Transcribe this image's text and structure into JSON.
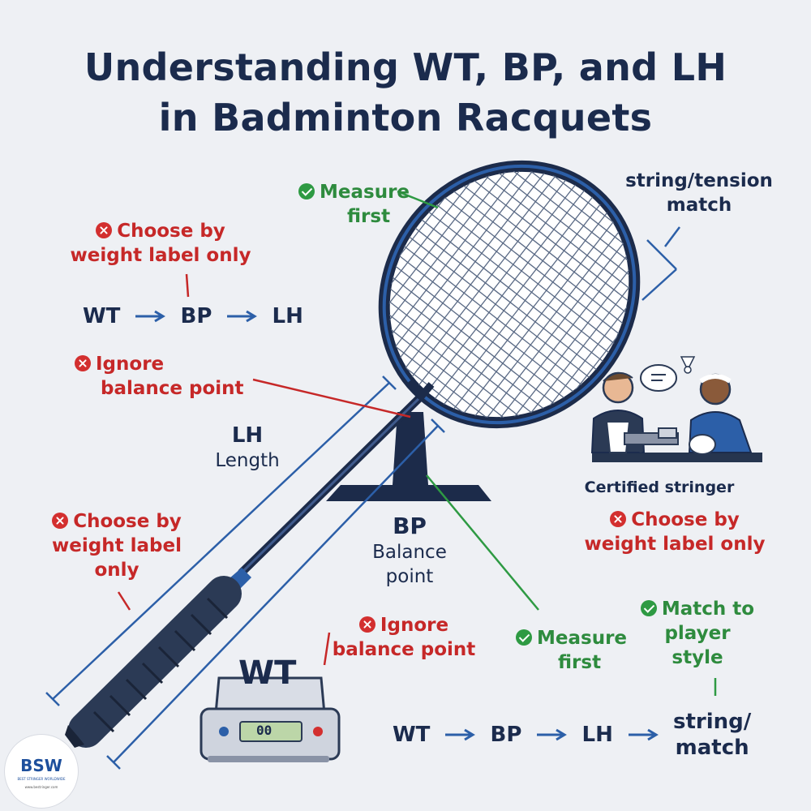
{
  "title": {
    "line1": "Understanding WT, BP, and LH",
    "line2": "in Badminton Racquets"
  },
  "labels": {
    "measure_first_top": {
      "line1": "Measure",
      "line2": "first"
    },
    "string_tension_match": {
      "line1": "string/tension",
      "line2": "match"
    },
    "choose_weight_top": {
      "line1": "Choose by",
      "line2": "weight label only"
    },
    "ignore_bp_left": {
      "line1": "Ignore",
      "line2": "balance point"
    },
    "lh": {
      "abbr": "LH",
      "name": "Length"
    },
    "choose_weight_left": {
      "line1": "Choose by",
      "line2": "weight label",
      "line3": "only"
    },
    "bp": {
      "abbr": "BP",
      "name1": "Balance",
      "name2": "point"
    },
    "certified_stringer": "Certified stringer",
    "choose_weight_right": {
      "line1": "Choose by",
      "line2": "weight label only"
    },
    "match_player_style": {
      "line1": "Match to",
      "line2": "player",
      "line3": "style"
    },
    "measure_first_bottom": {
      "line1": "Measure",
      "line2": "first"
    },
    "ignore_bp_bottom": {
      "line1": "Ignore",
      "line2": "balance point"
    },
    "scale_wt": "WT",
    "scale_display": "00"
  },
  "flow_top": [
    "WT",
    "BP",
    "LH"
  ],
  "flow_bottom": {
    "items": [
      "WT",
      "BP",
      "LH"
    ],
    "end_line1": "string/",
    "end_line2": "match"
  },
  "logo": {
    "brand": "BSW",
    "tagline": "BEST STRINGER WORLDWIDE",
    "url": "www.bestringer.com"
  },
  "colors": {
    "navy": "#1b2b4d",
    "red": "#c62828",
    "green": "#2e8b3e",
    "blue_line": "#2c5fa8",
    "frame": "#1f3a6e",
    "grip": "#2b3a55"
  },
  "icons": {
    "error": "x-circle-icon",
    "ok": "check-circle-icon",
    "arrow": "arrow-right-icon",
    "racquet": "racquet-illustration",
    "scale": "scale-illustration",
    "stringers": "stringer-illustration"
  }
}
